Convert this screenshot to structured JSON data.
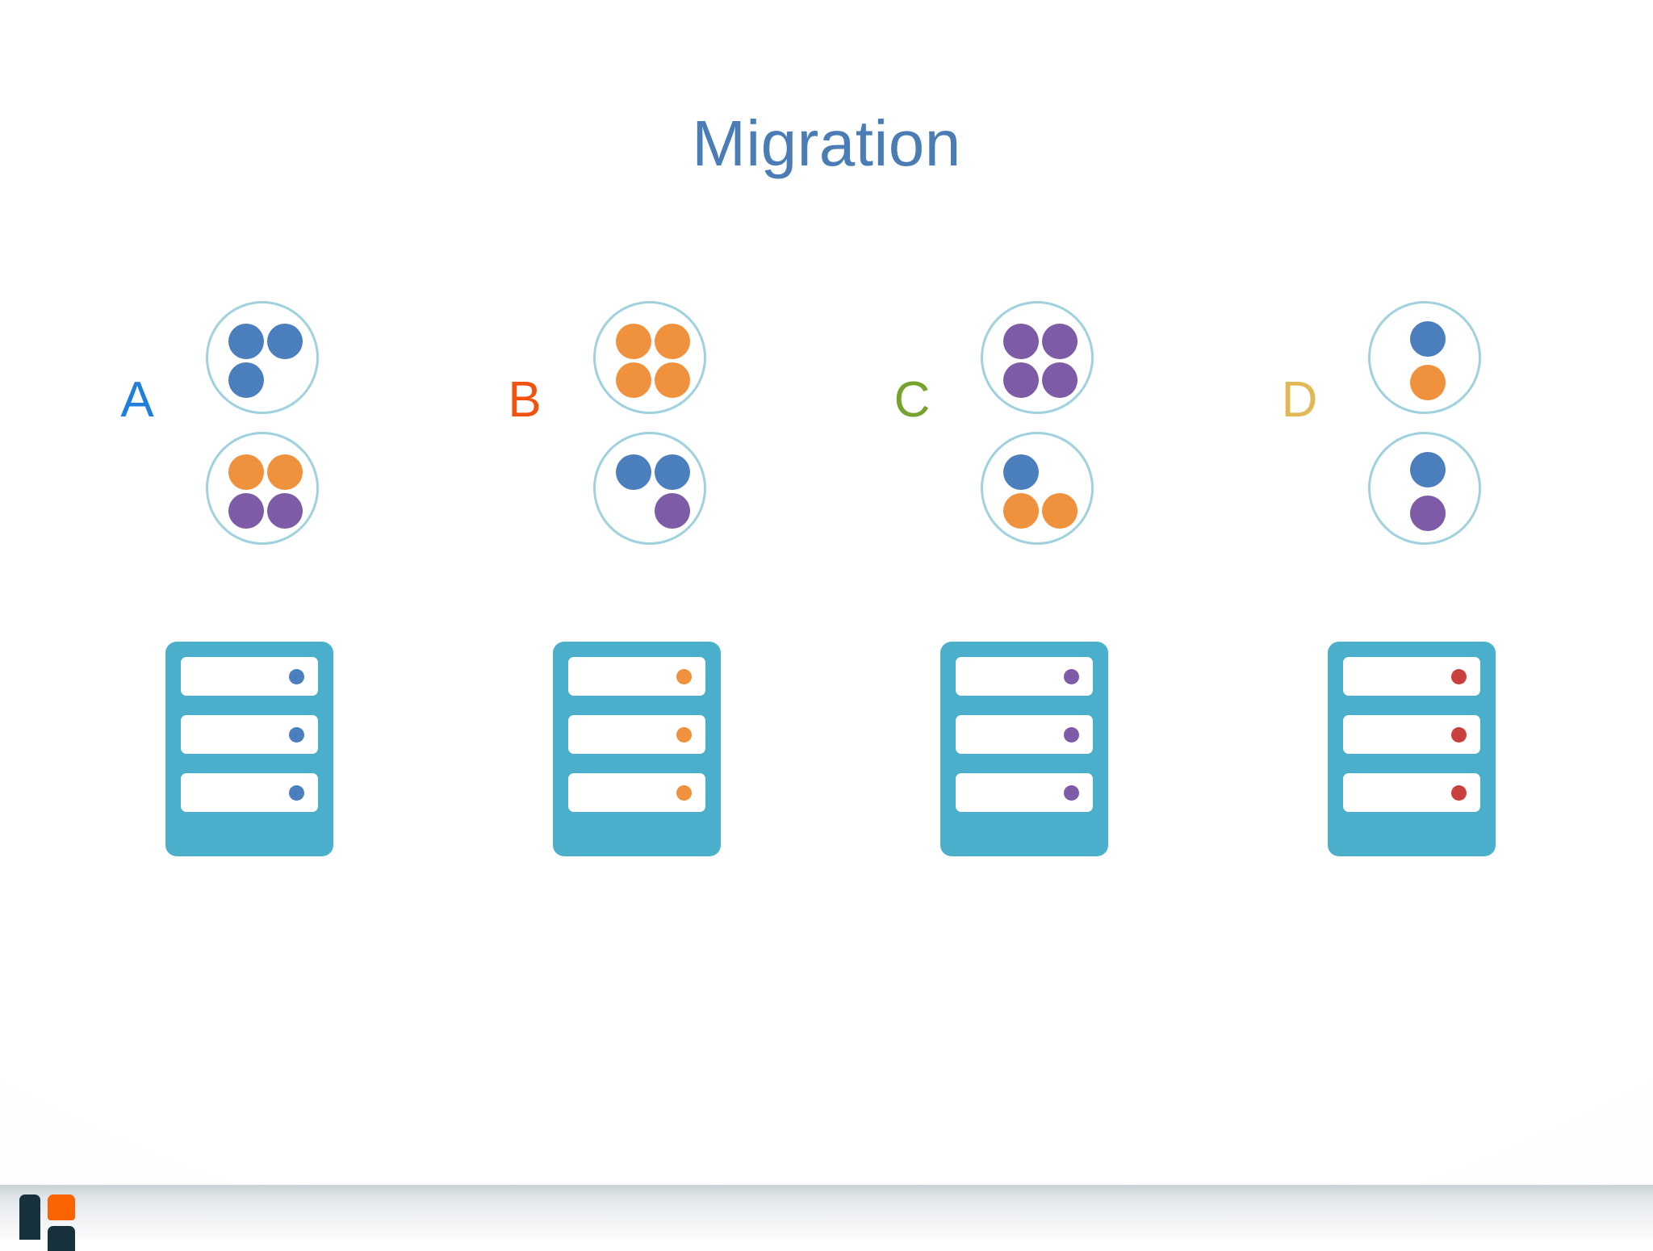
{
  "slide": {
    "title": "Migration",
    "title_color": "#4a7cb5",
    "background_color": "#ffffff"
  },
  "palette": {
    "blue": "#4a7ebd",
    "orange": "#f0913e",
    "purple": "#7d5ba6",
    "red": "#c8413f",
    "rack_teal": "#4aafca",
    "bubble_outline": "#9fd2de",
    "label_a": "#1f7fdb",
    "label_b": "#f0530f",
    "label_c": "#76a22e",
    "label_d": "#e2b857"
  },
  "groups": [
    {
      "label": "A",
      "label_color": "#1f7fdb",
      "bubble_top": {
        "name": "workload-pool-top",
        "dots": [
          {
            "color": "blue",
            "slot": "tl"
          },
          {
            "color": "blue",
            "slot": "tr"
          },
          {
            "color": "blue",
            "slot": "bl"
          }
        ]
      },
      "bubble_bottom": {
        "name": "workload-pool-bottom",
        "dots": [
          {
            "color": "orange",
            "slot": "tl"
          },
          {
            "color": "orange",
            "slot": "tr"
          },
          {
            "color": "purple",
            "slot": "bl"
          },
          {
            "color": "purple",
            "slot": "br"
          }
        ]
      },
      "rack": {
        "name": "server-rack-a",
        "led_color": "blue",
        "slots": 3
      }
    },
    {
      "label": "B",
      "label_color": "#f0530f",
      "bubble_top": {
        "name": "workload-pool-top",
        "dots": [
          {
            "color": "orange",
            "slot": "tl"
          },
          {
            "color": "orange",
            "slot": "tr"
          },
          {
            "color": "orange",
            "slot": "bl"
          },
          {
            "color": "orange",
            "slot": "br"
          }
        ]
      },
      "bubble_bottom": {
        "name": "workload-pool-bottom",
        "dots": [
          {
            "color": "blue",
            "slot": "tl"
          },
          {
            "color": "blue",
            "slot": "tr"
          },
          {
            "color": "purple",
            "slot": "br"
          }
        ]
      },
      "rack": {
        "name": "server-rack-b",
        "led_color": "orange",
        "slots": 3
      }
    },
    {
      "label": "C",
      "label_color": "#76a22e",
      "bubble_top": {
        "name": "workload-pool-top",
        "dots": [
          {
            "color": "purple",
            "slot": "tl"
          },
          {
            "color": "purple",
            "slot": "tr"
          },
          {
            "color": "purple",
            "slot": "bl"
          },
          {
            "color": "purple",
            "slot": "br"
          }
        ]
      },
      "bubble_bottom": {
        "name": "workload-pool-bottom",
        "dots": [
          {
            "color": "blue",
            "slot": "tl"
          },
          {
            "color": "orange",
            "slot": "bl"
          },
          {
            "color": "orange",
            "slot": "br"
          }
        ]
      },
      "rack": {
        "name": "server-rack-c",
        "led_color": "purple",
        "slots": 3
      }
    },
    {
      "label": "D",
      "label_color": "#e2b857",
      "bubble_top": {
        "name": "workload-pool-top",
        "dots": [
          {
            "color": "blue",
            "slot": "ct"
          },
          {
            "color": "orange",
            "slot": "cb"
          }
        ]
      },
      "bubble_bottom": {
        "name": "workload-pool-bottom",
        "dots": [
          {
            "color": "blue",
            "slot": "ct"
          },
          {
            "color": "purple",
            "slot": "cb"
          }
        ]
      },
      "rack": {
        "name": "server-rack-d",
        "led_color": "red",
        "slots": 3
      }
    }
  ],
  "footer": {
    "logo_name": "company-logo",
    "logo_colors": {
      "mark_dark": "#16303c",
      "mark_orange": "#f96302"
    }
  }
}
